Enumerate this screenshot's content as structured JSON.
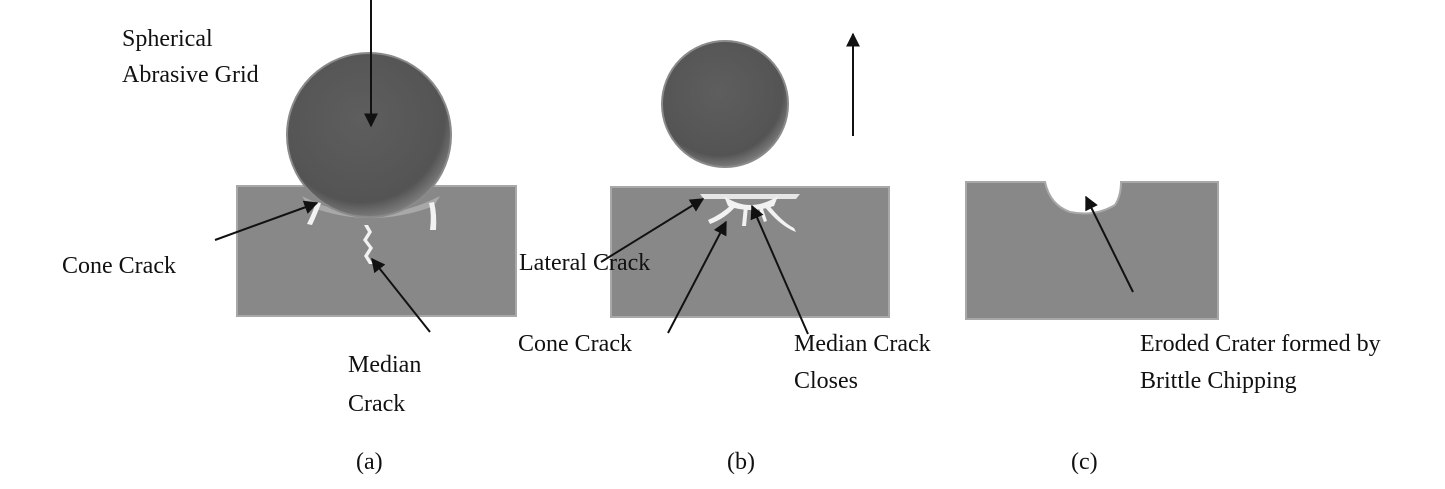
{
  "panel_a": {
    "label": "(a)",
    "particle_label": [
      "Spherical",
      "Abrasive Grid"
    ],
    "cone_crack_label": "Cone Crack",
    "median_crack_label": [
      "Median",
      "Crack"
    ]
  },
  "panel_b": {
    "label": "(b)",
    "lateral_crack_label": "Lateral Crack",
    "cone_crack_label": "Cone Crack",
    "median_crack_label": [
      "Median Crack",
      "Closes"
    ]
  },
  "panel_c": {
    "label": "(c)",
    "crater_label": [
      "Eroded Crater formed by",
      "Brittle Chipping"
    ]
  },
  "colors": {
    "block": "#888888",
    "particle": "#555555",
    "crack": "#f2f2f2",
    "arrow": "#111111"
  }
}
